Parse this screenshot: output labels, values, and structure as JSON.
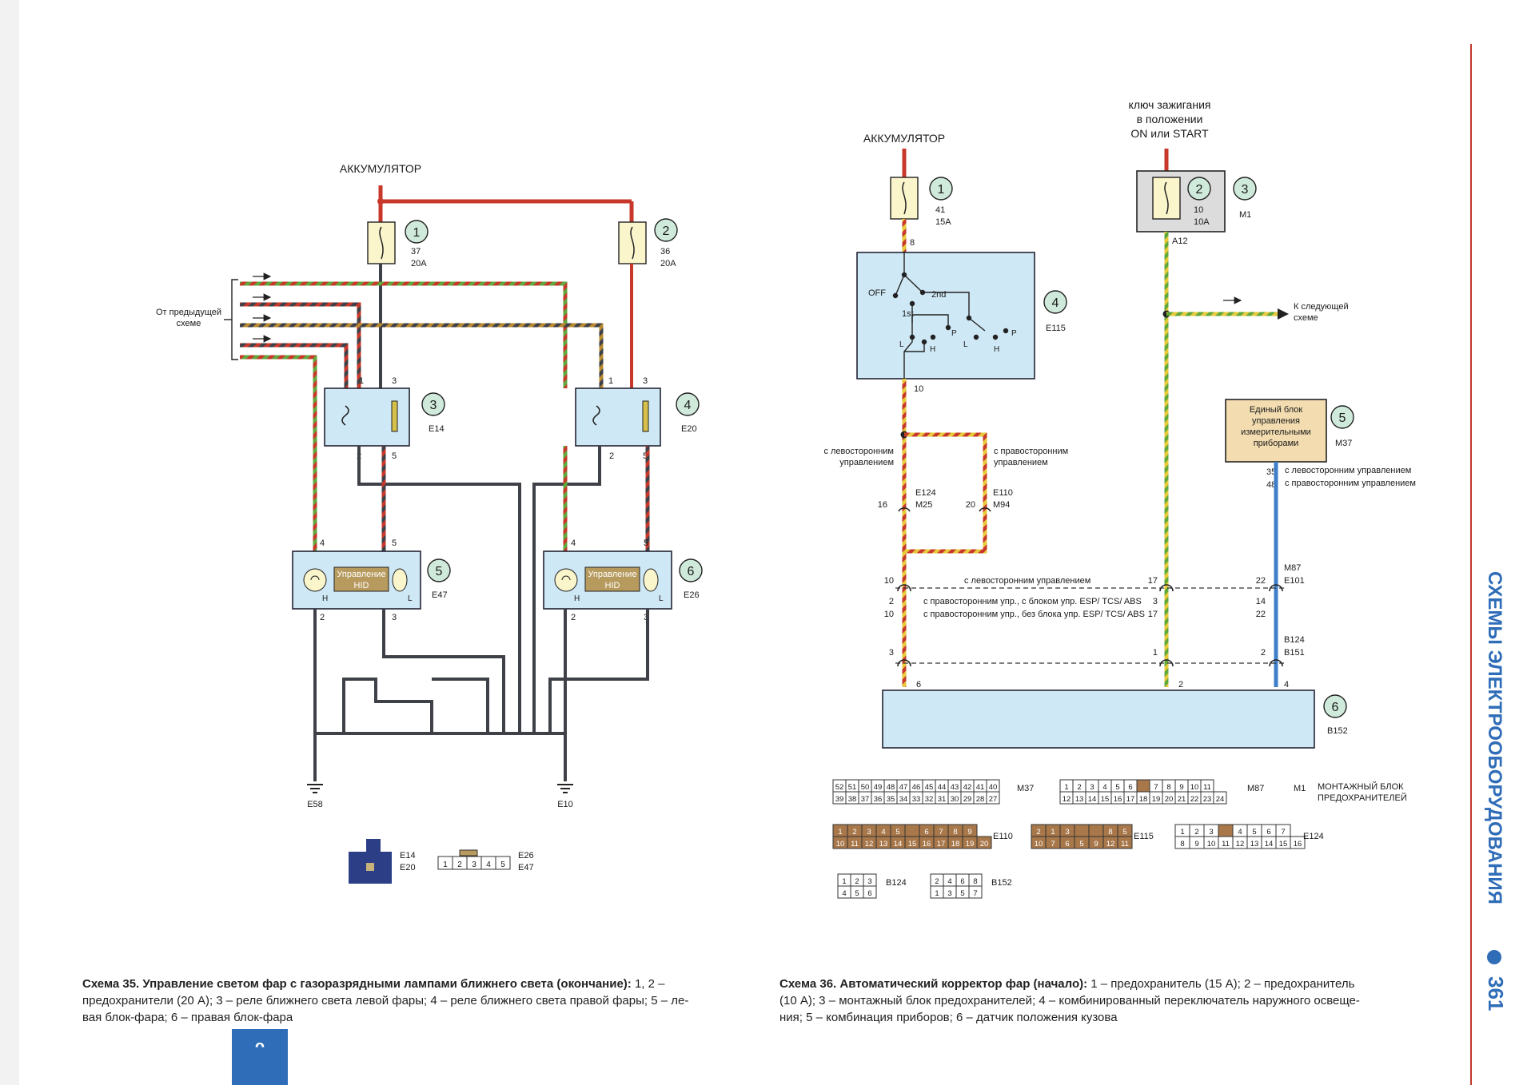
{
  "colors": {
    "wire_red": "#c8382a",
    "wire_dark": "#3f4148",
    "wire_green": "#5fa83c",
    "wire_yellow": "#e7c93a",
    "wire_blue": "#3f7fc9",
    "component_fill": "#cfe8f5",
    "fuse_fill": "#fbf5cc",
    "badge_fill": "#cfeadb",
    "side_band": "#2f6db8",
    "page_rule": "#c0392b"
  },
  "left": {
    "battery": "АККУМУЛЯТОР",
    "from_prev": [
      "От предыдущей",
      "схеме"
    ],
    "fuse1": {
      "num": "1",
      "l1": "37",
      "l2": "20A"
    },
    "fuse2": {
      "num": "2",
      "l1": "36",
      "l2": "20A"
    },
    "relay3": {
      "num": "3",
      "code": "E14",
      "p1": "1",
      "p3": "3",
      "p2": "2",
      "p5": "5"
    },
    "relay4": {
      "num": "4",
      "code": "E20",
      "p1": "1",
      "p3": "3",
      "p2": "2",
      "p5": "5"
    },
    "lamp5": {
      "num": "5",
      "code": "E47",
      "hid1": "Управление",
      "hid2": "HID",
      "h": "H",
      "l": "L",
      "p4": "4",
      "p5": "5",
      "p2": "2",
      "p3": "3"
    },
    "lamp6": {
      "num": "6",
      "code": "E26",
      "hid1": "Управление",
      "hid2": "HID",
      "h": "H",
      "l": "L",
      "p4": "4",
      "p5": "5",
      "p2": "2",
      "p3": "3"
    },
    "ground1": "E58",
    "ground2": "E10",
    "legend_relay": [
      "E14",
      "E20"
    ],
    "legend_lamp": [
      "E26",
      "E47"
    ],
    "legend_lamp_pins": [
      "1",
      "2",
      "3",
      "4",
      "5"
    ]
  },
  "right": {
    "battery": "АККУМУЛЯТОР",
    "ignition": [
      "ключ зажигания",
      "в положении",
      "ON или START"
    ],
    "fuse1": {
      "num": "1",
      "l1": "41",
      "l2": "15A",
      "pin": "8"
    },
    "fuse2": {
      "num": "2",
      "l1": "10",
      "l2": "10A",
      "pin": "A12"
    },
    "block3": {
      "num": "3",
      "code": "M1"
    },
    "switch4": {
      "num": "4",
      "code": "E115",
      "off": "OFF",
      "first": "1st",
      "second": "2nd",
      "l1": "L",
      "h1": "H",
      "p1": "P",
      "l2": "L",
      "h2": "H",
      "p2": "P",
      "pin": "10"
    },
    "next": [
      "К следующей",
      "схеме"
    ],
    "cluster5": {
      "num": "5",
      "code": "M37",
      "text": [
        "Единый блок",
        "управления",
        "измерительными",
        "приборами"
      ],
      "p35": "35",
      "p48": "48",
      "lhd": "с левосторонним управлением",
      "rhd": "с правосторонним управлением"
    },
    "lhd_label": [
      "с левосторонним",
      "управлением"
    ],
    "rhd_label": [
      "с правосторонним",
      "управлением"
    ],
    "e124": {
      "code": "E124",
      "sub": "M25",
      "pin": "16"
    },
    "e110": {
      "code": "E110",
      "sub": "M94",
      "pin": "20"
    },
    "row1": {
      "text": "с левосторонним управлением",
      "a": "10",
      "b": "17",
      "c": "22",
      "code1": "M87",
      "code2": "E101"
    },
    "row2": {
      "text": "с правосторонним упр., с блоком упр. ESP/ TCS/ ABS",
      "a": "2",
      "b": "3",
      "c": "14"
    },
    "row3": {
      "text": "с правосторонним упр., без блока упр. ESP/ TCS/ ABS",
      "a": "10",
      "b": "17",
      "c": "22"
    },
    "row4": {
      "a": "3",
      "b": "1",
      "c": "2",
      "code1": "B124",
      "code2": "B151"
    },
    "sensor6": {
      "num": "6",
      "code": "B152",
      "p6": "6",
      "p2": "2",
      "p4": "4"
    },
    "conn_m37_top": [
      "52",
      "51",
      "50",
      "49",
      "48",
      "47",
      "46",
      "45",
      "44",
      "43",
      "42",
      "41",
      "40"
    ],
    "conn_m37_bot": [
      "39",
      "38",
      "37",
      "36",
      "35",
      "34",
      "33",
      "32",
      "31",
      "30",
      "29",
      "28",
      "27"
    ],
    "conn_m37_label": "M37",
    "conn_m87_top": [
      "1",
      "2",
      "3",
      "4",
      "5",
      "6",
      "",
      "7",
      "8",
      "9",
      "10",
      "11"
    ],
    "conn_m87_bot": [
      "12",
      "13",
      "14",
      "15",
      "16",
      "17",
      "18",
      "19",
      "20",
      "21",
      "22",
      "23",
      "24"
    ],
    "conn_m87_label": "M87",
    "m1_label": "M1",
    "m1_text": [
      "МОНТАЖНЫЙ БЛОК",
      "ПРЕДОХРАНИТЕЛЕЙ"
    ],
    "conn_e110_top": [
      "1",
      "2",
      "3",
      "4",
      "5",
      "",
      "6",
      "7",
      "8",
      "9"
    ],
    "conn_e110_bot": [
      "10",
      "11",
      "12",
      "13",
      "14",
      "15",
      "16",
      "17",
      "18",
      "19",
      "20"
    ],
    "conn_e110_label": "E110",
    "conn_e115_top": [
      "2",
      "1",
      "3",
      "",
      "",
      "8",
      "5"
    ],
    "conn_e115_bot": [
      "10",
      "7",
      "6",
      "5",
      "9",
      "12",
      "11"
    ],
    "conn_e115_label": "E115",
    "conn_e124_top": [
      "1",
      "2",
      "3",
      "",
      "4",
      "5",
      "6",
      "7"
    ],
    "conn_e124_bot": [
      "8",
      "9",
      "10",
      "11",
      "12",
      "13",
      "14",
      "15",
      "16"
    ],
    "conn_e124_label": "E124",
    "conn_b124": [
      "1",
      "2",
      "3",
      "4",
      "5",
      "6"
    ],
    "conn_b124_label": "B124",
    "conn_b152": [
      "2",
      "4",
      "6",
      "8",
      "1",
      "3",
      "5",
      "7"
    ],
    "conn_b152_label": "B152"
  },
  "captions": {
    "left_bold": "Схема 35. Управление светом фар с газоразрядными лампами ближнего света (окончание):",
    "left_rest": [
      " 1, 2 –",
      "предохранители (20 А); 3 – реле ближнего света левой фары; 4 – реле ближнего света правой фары; 5 – ле-",
      "вая блок-фара; 6 – правая блок-фара"
    ],
    "right_bold": "Схема 36. Автоматический корректор фар (начало):",
    "right_rest": [
      " 1 – предохранитель (15 А); 2 – предохранитель",
      "(10 А); 3 – монтажный блок предохранителей; 4 – комбинированный переключатель наружного освеще-",
      "ния; 5 – комбинация приборов; 6 – датчик положения кузова"
    ]
  },
  "side": {
    "section_title": "СХЕМЫ ЭЛЕКТРООБОРУДОВАНИЯ",
    "page_number": "361"
  }
}
